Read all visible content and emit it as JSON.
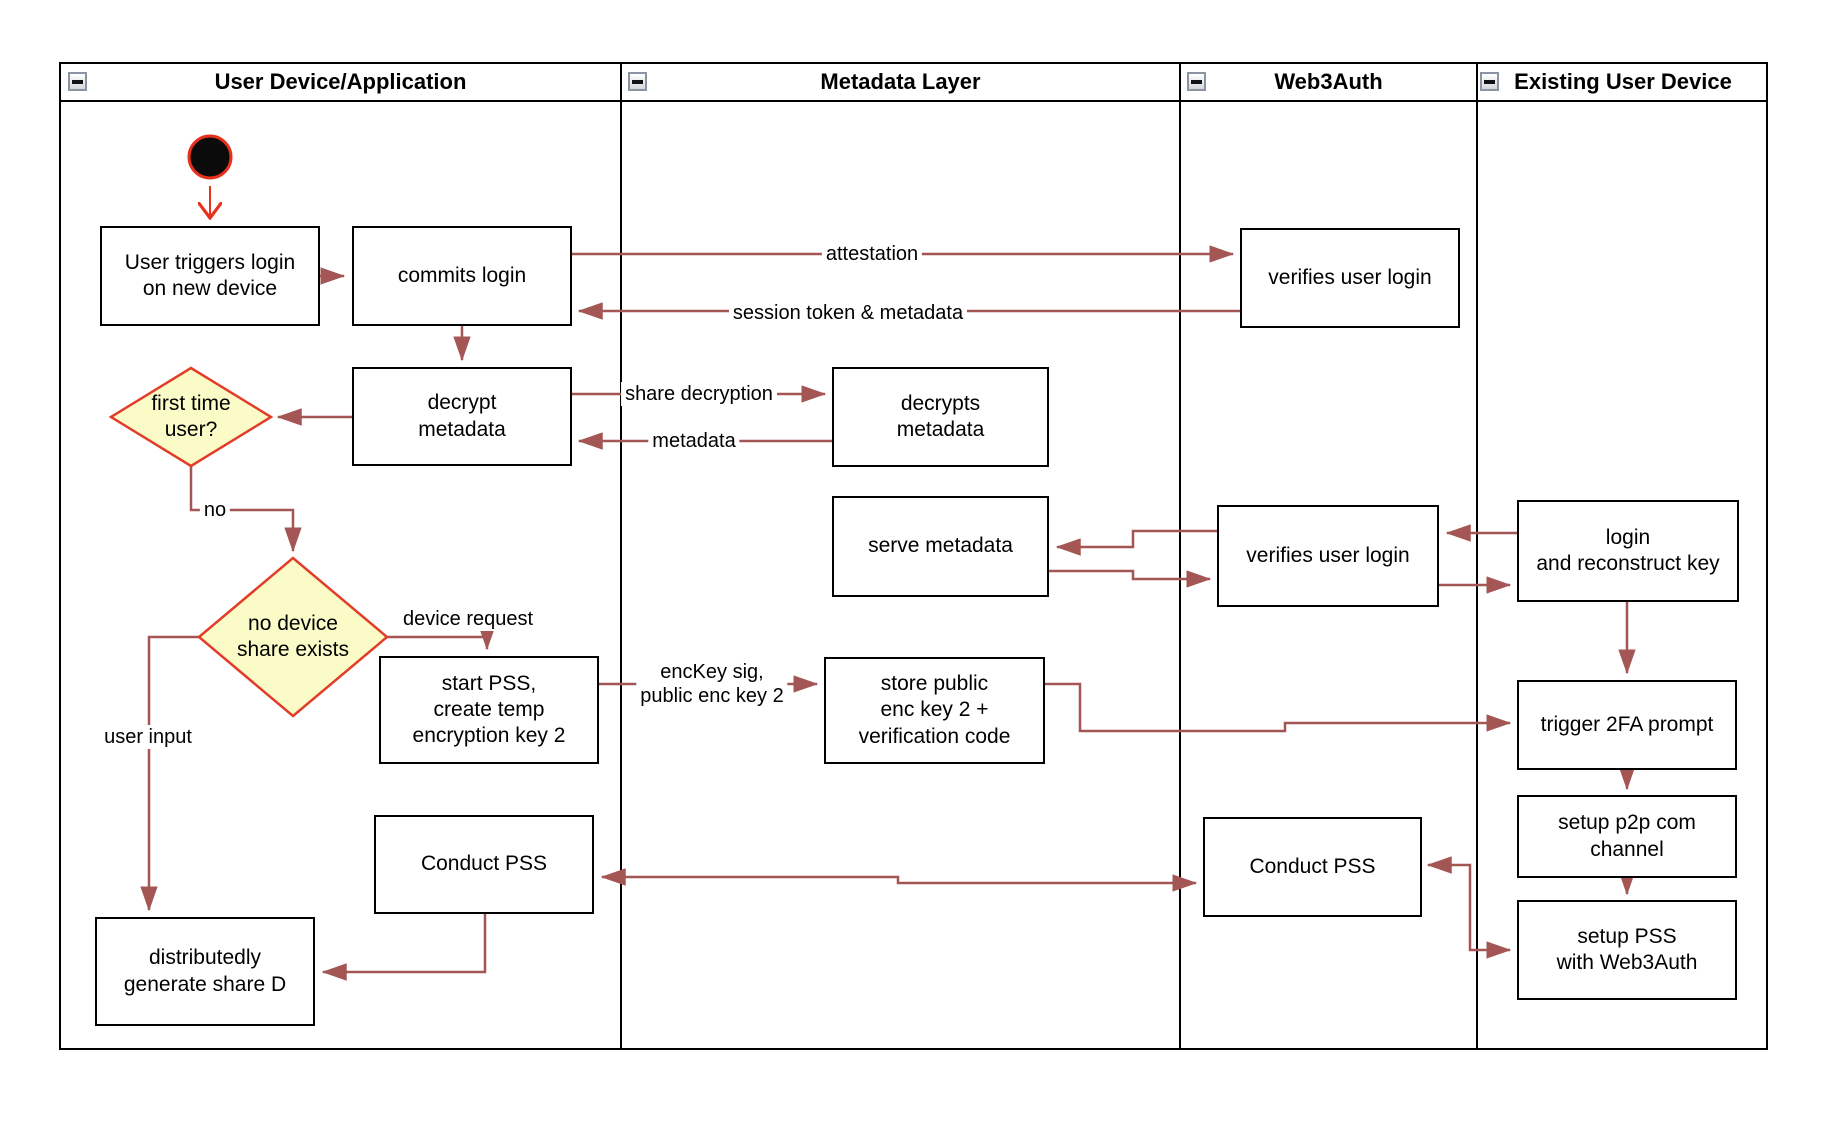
{
  "lanes": [
    {
      "title": "User Device/Application"
    },
    {
      "title": "Metadata Layer"
    },
    {
      "title": "Web3Auth"
    },
    {
      "title": "Existing User Device"
    }
  ],
  "nodes": {
    "user_triggers": "User triggers login\non new device",
    "commits_login": "commits login",
    "decrypt_metadata": "decrypt\nmetadata",
    "decrypts_metadata": "decrypts\nmetadata",
    "serve_metadata": "serve metadata",
    "verifies_top": "verifies user login",
    "verifies_mid": "verifies user login",
    "login_reconstruct": "login\nand reconstruct key",
    "start_pss": "start PSS,\ncreate temp\nencryption key 2",
    "store_public": "store public\nenc key 2 +\nverification code",
    "trigger_2fa": "trigger 2FA prompt",
    "p2p_channel": "setup p2p com\nchannel",
    "setup_pss": "setup PSS\nwith Web3Auth",
    "conduct_pss_user": "Conduct PSS",
    "conduct_pss_w3a": "Conduct PSS",
    "distributedly": "distributedly\ngenerate share D"
  },
  "decisions": {
    "first_time": "first time\nuser?",
    "no_device_share": "no device\nshare exists"
  },
  "edge_labels": {
    "attestation": "attestation",
    "session_token": "session token & metadata",
    "share_decryption": "share decryption",
    "metadata": "metadata",
    "no": "no",
    "device_request": "device request",
    "enckey": "encKey sig,\npublic enc key 2",
    "user_input": "user input"
  },
  "colors": {
    "edge": "#a35654",
    "start_arrow": "#e8311c",
    "decision_fill": "#fbfbc8",
    "decision_border": "#e23d28",
    "node_border": "#000000",
    "collapse_icon_border": "#8b94a2"
  }
}
